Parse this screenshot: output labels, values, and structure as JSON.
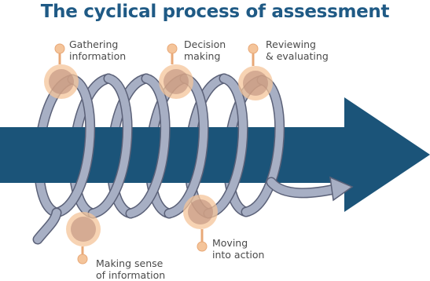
{
  "title": "The cyclical process of assessment",
  "colors": {
    "title": "#1f5a85",
    "arrow": "#1b5479",
    "coil": "#a7afc4",
    "coil_outline": "#5b6178",
    "marker": "#f4c49a",
    "marker_ring": "#e8a877",
    "marker_core": "#b98a78"
  },
  "stages": [
    {
      "id": "gathering",
      "lines": [
        "Gathering",
        "information"
      ]
    },
    {
      "id": "decision",
      "lines": [
        "Decision",
        "making"
      ]
    },
    {
      "id": "reviewing",
      "lines": [
        "Reviewing",
        "& evaluating"
      ]
    },
    {
      "id": "moving",
      "lines": [
        "Moving",
        "into action"
      ]
    },
    {
      "id": "sense",
      "lines": [
        "Making sense",
        "of information"
      ]
    }
  ]
}
